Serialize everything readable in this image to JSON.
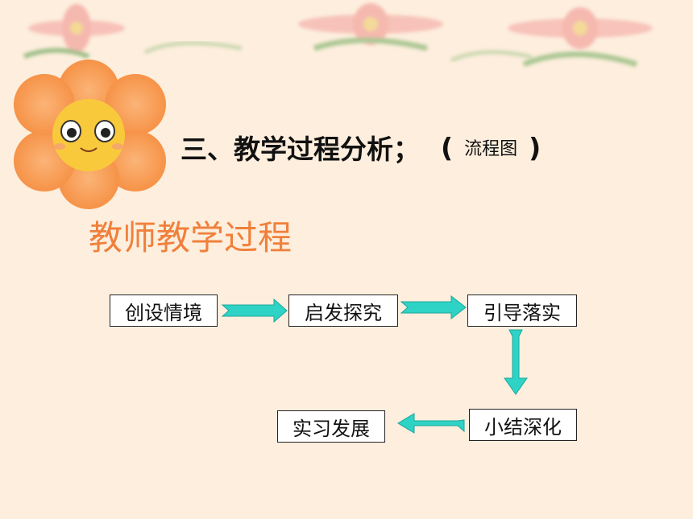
{
  "heading": {
    "main": "三、教学过程分析；",
    "open_paren": "(",
    "note": "流程图",
    "close_paren": ")"
  },
  "subtitle": "教师教学过程",
  "flow": {
    "steps": [
      "创设情境",
      "启发探究",
      "引导落实",
      "小结深化",
      "实习发展"
    ]
  },
  "colors": {
    "background": "#fdeedd",
    "subtitle": "#f0803c",
    "arrow": "#2fd3c6",
    "flower_petal": "#f79a50",
    "flower_face": "#f9c93c"
  },
  "icons": [
    "flower-mascot-icon",
    "decorative-flower-icon"
  ]
}
